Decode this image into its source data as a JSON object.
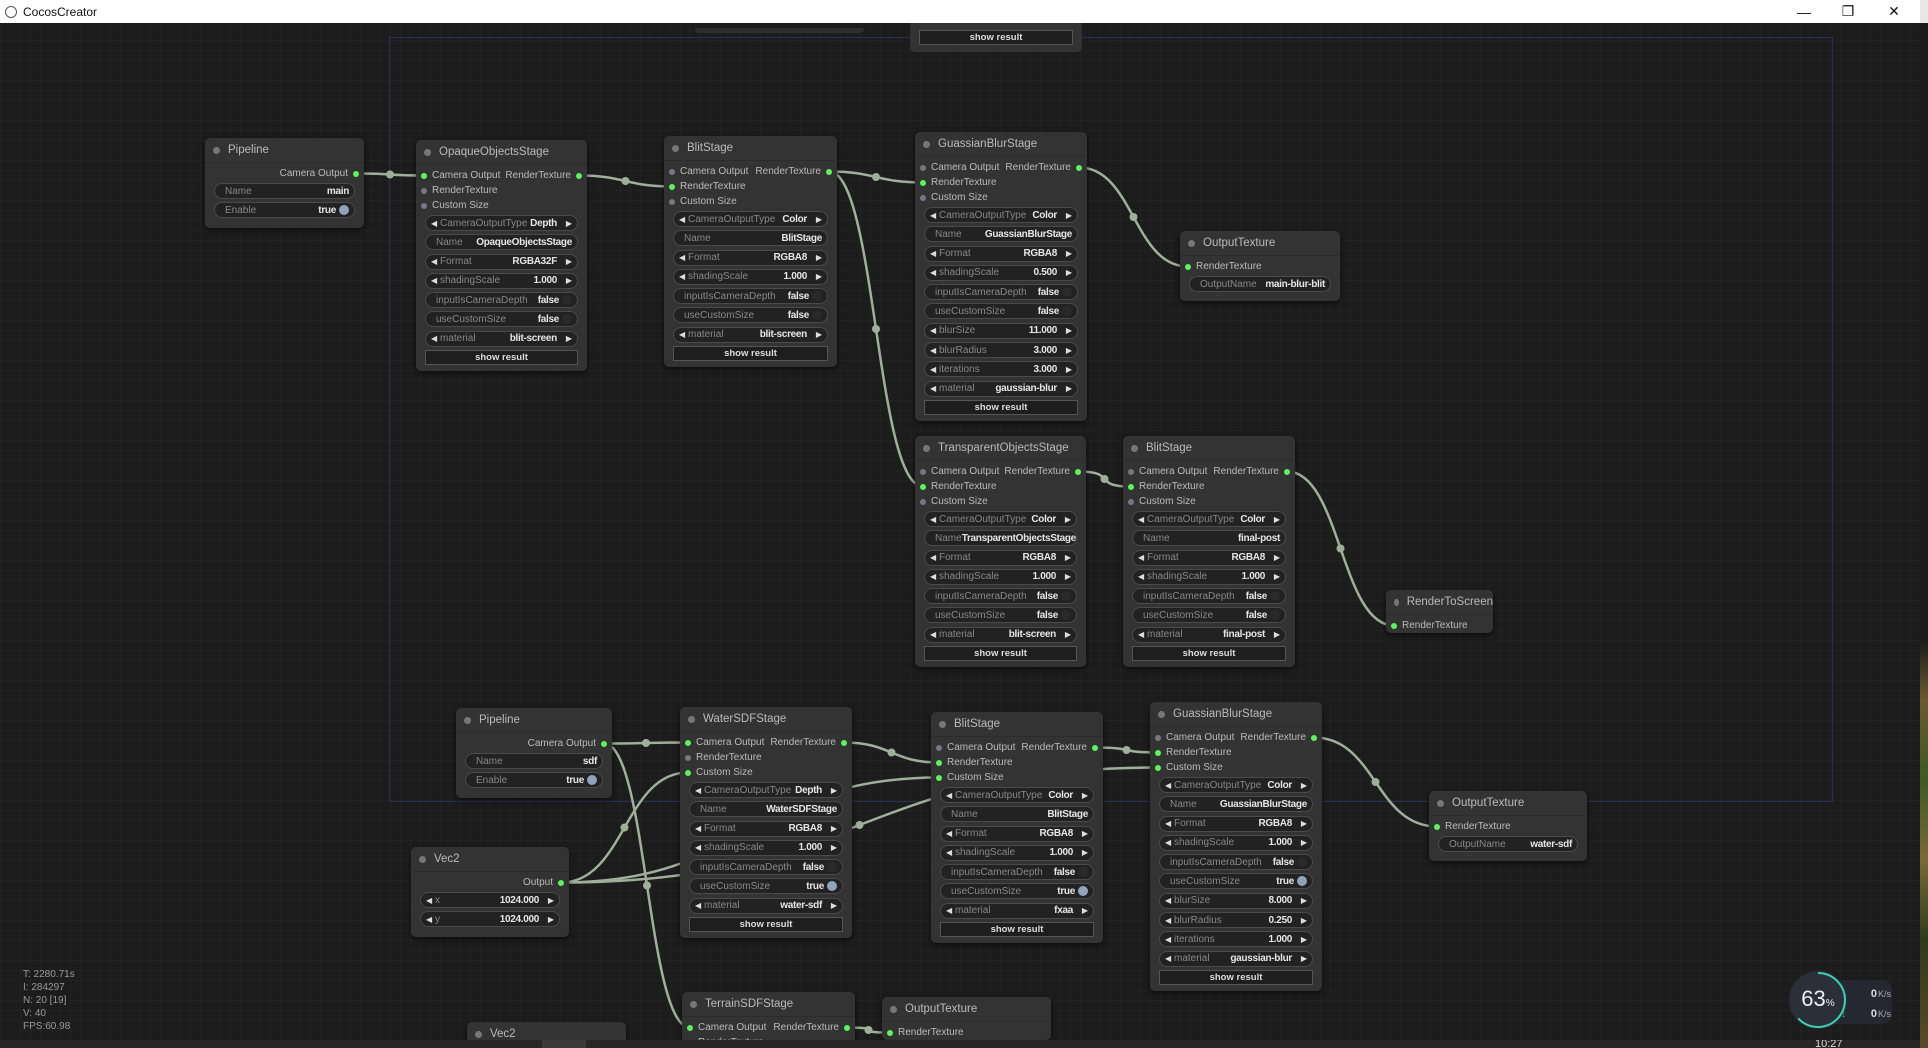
{
  "window": {
    "title": "CocosCreator",
    "minimize": "—",
    "restore": "❐",
    "close": "✕"
  },
  "top_partial": {
    "show_result": "show result"
  },
  "nodes": [
    {
      "id": "pipeline1",
      "title": "Pipeline",
      "inputs": [],
      "outputs": [
        "Camera Output"
      ],
      "widgets": [
        {
          "type": "text",
          "label": "Name",
          "value": "main"
        },
        {
          "type": "toggle",
          "label": "Enable",
          "value": "true",
          "on": true
        }
      ]
    },
    {
      "id": "opaque",
      "title": "OpaqueObjectsStage",
      "inputs": [
        "Camera Output",
        "RenderTexture",
        "Custom Size"
      ],
      "outputs": [
        "RenderTexture"
      ],
      "widgets": [
        {
          "type": "combo",
          "label": "CameraOutputType",
          "value": "Depth"
        },
        {
          "type": "text",
          "label": "Name",
          "value": "OpaqueObjectsStage"
        },
        {
          "type": "combo",
          "label": "Format",
          "value": "RGBA32F"
        },
        {
          "type": "combo",
          "label": "shadingScale",
          "value": "1.000"
        },
        {
          "type": "toggle",
          "label": "inputIsCameraDepth",
          "value": "false",
          "on": false
        },
        {
          "type": "toggle",
          "label": "useCustomSize",
          "value": "false",
          "on": false
        },
        {
          "type": "combo",
          "label": "material",
          "value": "blit-screen"
        }
      ],
      "button": "show result"
    },
    {
      "id": "blit1",
      "title": "BlitStage",
      "inputs": [
        "Camera Output",
        "RenderTexture",
        "Custom Size"
      ],
      "outputs": [
        "RenderTexture"
      ],
      "widgets": [
        {
          "type": "combo",
          "label": "CameraOutputType",
          "value": "Color"
        },
        {
          "type": "text",
          "label": "Name",
          "value": "BlitStage"
        },
        {
          "type": "combo",
          "label": "Format",
          "value": "RGBA8"
        },
        {
          "type": "combo",
          "label": "shadingScale",
          "value": "1.000"
        },
        {
          "type": "toggle",
          "label": "inputIsCameraDepth",
          "value": "false",
          "on": false
        },
        {
          "type": "toggle",
          "label": "useCustomSize",
          "value": "false",
          "on": false
        },
        {
          "type": "combo",
          "label": "material",
          "value": "blit-screen"
        }
      ],
      "button": "show result"
    },
    {
      "id": "gauss1",
      "title": "GuassianBlurStage",
      "inputs": [
        "Camera Output",
        "RenderTexture",
        "Custom Size"
      ],
      "outputs": [
        "RenderTexture"
      ],
      "widgets": [
        {
          "type": "combo",
          "label": "CameraOutputType",
          "value": "Color"
        },
        {
          "type": "text",
          "label": "Name",
          "value": "GuassianBlurStage"
        },
        {
          "type": "combo",
          "label": "Format",
          "value": "RGBA8"
        },
        {
          "type": "combo",
          "label": "shadingScale",
          "value": "0.500"
        },
        {
          "type": "toggle",
          "label": "inputIsCameraDepth",
          "value": "false",
          "on": false
        },
        {
          "type": "toggle",
          "label": "useCustomSize",
          "value": "false",
          "on": false
        },
        {
          "type": "combo",
          "label": "blurSize",
          "value": "11.000"
        },
        {
          "type": "combo",
          "label": "blurRadius",
          "value": "3.000"
        },
        {
          "type": "combo",
          "label": "iterations",
          "value": "3.000"
        },
        {
          "type": "combo",
          "label": "material",
          "value": "gaussian-blur"
        }
      ],
      "button": "show result"
    },
    {
      "id": "output1",
      "title": "OutputTexture",
      "inputs": [
        "RenderTexture"
      ],
      "outputs": [],
      "widgets": [
        {
          "type": "text",
          "label": "OutputName",
          "value": "main-blur-blit"
        }
      ]
    },
    {
      "id": "transparent",
      "title": "TransparentObjectsStage",
      "inputs": [
        "Camera Output",
        "RenderTexture",
        "Custom Size"
      ],
      "outputs": [
        "RenderTexture"
      ],
      "widgets": [
        {
          "type": "combo",
          "label": "CameraOutputType",
          "value": "Color"
        },
        {
          "type": "text",
          "label": "Name",
          "value": "TransparentObjectsStage"
        },
        {
          "type": "combo",
          "label": "Format",
          "value": "RGBA8"
        },
        {
          "type": "combo",
          "label": "shadingScale",
          "value": "1.000"
        },
        {
          "type": "toggle",
          "label": "inputIsCameraDepth",
          "value": "false",
          "on": false
        },
        {
          "type": "toggle",
          "label": "useCustomSize",
          "value": "false",
          "on": false
        },
        {
          "type": "combo",
          "label": "material",
          "value": "blit-screen"
        }
      ],
      "button": "show result"
    },
    {
      "id": "blit2",
      "title": "BlitStage",
      "inputs": [
        "Camera Output",
        "RenderTexture",
        "Custom Size"
      ],
      "outputs": [
        "RenderTexture"
      ],
      "widgets": [
        {
          "type": "combo",
          "label": "CameraOutputType",
          "value": "Color"
        },
        {
          "type": "text",
          "label": "Name",
          "value": "final-post"
        },
        {
          "type": "combo",
          "label": "Format",
          "value": "RGBA8"
        },
        {
          "type": "combo",
          "label": "shadingScale",
          "value": "1.000"
        },
        {
          "type": "toggle",
          "label": "inputIsCameraDepth",
          "value": "false",
          "on": false
        },
        {
          "type": "toggle",
          "label": "useCustomSize",
          "value": "false",
          "on": false
        },
        {
          "type": "combo",
          "label": "material",
          "value": "final-post"
        }
      ],
      "button": "show result"
    },
    {
      "id": "rts",
      "title": "RenderToScreen",
      "inputs": [
        "RenderTexture"
      ],
      "outputs": [],
      "widgets": []
    },
    {
      "id": "pipeline2",
      "title": "Pipeline",
      "inputs": [],
      "outputs": [
        "Camera Output"
      ],
      "widgets": [
        {
          "type": "text",
          "label": "Name",
          "value": "sdf"
        },
        {
          "type": "toggle",
          "label": "Enable",
          "value": "true",
          "on": true
        }
      ]
    },
    {
      "id": "water",
      "title": "WaterSDFStage",
      "inputs": [
        "Camera Output",
        "RenderTexture",
        "Custom Size"
      ],
      "outputs": [
        "RenderTexture"
      ],
      "widgets": [
        {
          "type": "combo",
          "label": "CameraOutputType",
          "value": "Depth"
        },
        {
          "type": "text",
          "label": "Name",
          "value": "WaterSDFStage"
        },
        {
          "type": "combo",
          "label": "Format",
          "value": "RGBA8"
        },
        {
          "type": "combo",
          "label": "shadingScale",
          "value": "1.000"
        },
        {
          "type": "toggle",
          "label": "inputIsCameraDepth",
          "value": "false",
          "on": false
        },
        {
          "type": "toggle",
          "label": "useCustomSize",
          "value": "true",
          "on": true
        },
        {
          "type": "combo",
          "label": "material",
          "value": "water-sdf"
        }
      ],
      "button": "show result"
    },
    {
      "id": "blit3",
      "title": "BlitStage",
      "inputs": [
        "Camera Output",
        "RenderTexture",
        "Custom Size"
      ],
      "outputs": [
        "RenderTexture"
      ],
      "widgets": [
        {
          "type": "combo",
          "label": "CameraOutputType",
          "value": "Color"
        },
        {
          "type": "text",
          "label": "Name",
          "value": "BlitStage"
        },
        {
          "type": "combo",
          "label": "Format",
          "value": "RGBA8"
        },
        {
          "type": "combo",
          "label": "shadingScale",
          "value": "1.000"
        },
        {
          "type": "toggle",
          "label": "inputIsCameraDepth",
          "value": "false",
          "on": false
        },
        {
          "type": "toggle",
          "label": "useCustomSize",
          "value": "true",
          "on": true
        },
        {
          "type": "combo",
          "label": "material",
          "value": "fxaa"
        }
      ],
      "button": "show result"
    },
    {
      "id": "gauss2",
      "title": "GuassianBlurStage",
      "inputs": [
        "Camera Output",
        "RenderTexture",
        "Custom Size"
      ],
      "outputs": [
        "RenderTexture"
      ],
      "widgets": [
        {
          "type": "combo",
          "label": "CameraOutputType",
          "value": "Color"
        },
        {
          "type": "text",
          "label": "Name",
          "value": "GuassianBlurStage"
        },
        {
          "type": "combo",
          "label": "Format",
          "value": "RGBA8"
        },
        {
          "type": "combo",
          "label": "shadingScale",
          "value": "1.000"
        },
        {
          "type": "toggle",
          "label": "inputIsCameraDepth",
          "value": "false",
          "on": false
        },
        {
          "type": "toggle",
          "label": "useCustomSize",
          "value": "true",
          "on": true
        },
        {
          "type": "combo",
          "label": "blurSize",
          "value": "8.000"
        },
        {
          "type": "combo",
          "label": "blurRadius",
          "value": "0.250"
        },
        {
          "type": "combo",
          "label": "iterations",
          "value": "1.000"
        },
        {
          "type": "combo",
          "label": "material",
          "value": "gaussian-blur"
        }
      ],
      "button": "show result"
    },
    {
      "id": "output2",
      "title": "OutputTexture",
      "inputs": [
        "RenderTexture"
      ],
      "outputs": [],
      "widgets": [
        {
          "type": "text",
          "label": "OutputName",
          "value": "water-sdf"
        }
      ]
    },
    {
      "id": "vec2a",
      "title": "Vec2",
      "inputs": [],
      "outputs": [
        "Output"
      ],
      "widgets": [
        {
          "type": "combo",
          "label": "x",
          "value": "1024.000"
        },
        {
          "type": "combo",
          "label": "y",
          "value": "1024.000"
        }
      ]
    },
    {
      "id": "terrain",
      "title": "TerrainSDFStage",
      "inputs": [
        "Camera Output",
        "RenderTexture"
      ],
      "outputs": [
        "RenderTexture"
      ],
      "widgets": []
    },
    {
      "id": "output3",
      "title": "OutputTexture",
      "inputs": [
        "RenderTexture"
      ],
      "outputs": [],
      "widgets": []
    },
    {
      "id": "vec2b",
      "title": "Vec2",
      "inputs": [],
      "outputs": [],
      "widgets": []
    }
  ],
  "links": [
    {
      "from": [
        "pipeline1",
        0
      ],
      "to": [
        "opaque",
        0
      ]
    },
    {
      "from": [
        "opaque",
        0
      ],
      "to": [
        "blit1",
        1
      ]
    },
    {
      "from": [
        "blit1",
        0
      ],
      "to": [
        "gauss1",
        1
      ]
    },
    {
      "from": [
        "blit1",
        0
      ],
      "to": [
        "transparent",
        1
      ]
    },
    {
      "from": [
        "gauss1",
        0
      ],
      "to": [
        "output1",
        0
      ]
    },
    {
      "from": [
        "transparent",
        0
      ],
      "to": [
        "blit2",
        1
      ]
    },
    {
      "from": [
        "blit2",
        0
      ],
      "to": [
        "rts",
        0
      ]
    },
    {
      "from": [
        "pipeline2",
        0
      ],
      "to": [
        "water",
        0
      ]
    },
    {
      "from": [
        "pipeline2",
        0
      ],
      "to": [
        "terrain",
        0
      ]
    },
    {
      "from": [
        "water",
        0
      ],
      "to": [
        "blit3",
        1
      ]
    },
    {
      "from": [
        "blit3",
        0
      ],
      "to": [
        "gauss2",
        1
      ]
    },
    {
      "from": [
        "gauss2",
        0
      ],
      "to": [
        "output2",
        0
      ]
    },
    {
      "from": [
        "vec2a",
        0
      ],
      "to": [
        "water",
        2
      ]
    },
    {
      "from": [
        "vec2a",
        0
      ],
      "to": [
        "blit3",
        2
      ]
    },
    {
      "from": [
        "vec2a",
        0
      ],
      "to": [
        "gauss2",
        2
      ]
    },
    {
      "from": [
        "terrain",
        0
      ],
      "to": [
        "output3",
        0
      ]
    }
  ],
  "stats": {
    "t": "T: 2280.71s",
    "i": "I: 284297",
    "n": "N: 20 [19]",
    "v": "V: 40",
    "fps": "FPS:60.98"
  },
  "net_monitor": {
    "cpu": "63",
    "cpu_unit": "%",
    "up": "0",
    "down": "0",
    "rate_unit": "K/s",
    "cpu_percent": 63
  },
  "clock": "10:27",
  "colors": {
    "link": "#9fb09a",
    "port_on": "#5bf55b",
    "port_off": "#777788",
    "node_bg": "#333333"
  }
}
